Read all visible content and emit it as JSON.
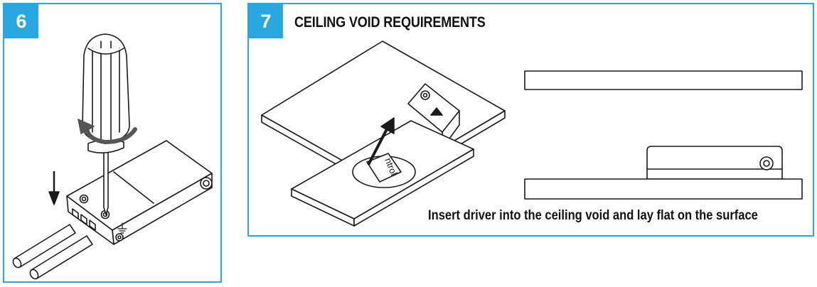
{
  "steps": [
    {
      "number": "6",
      "title": ""
    },
    {
      "number": "7",
      "title": "CEILING VOID REQUIREMENTS",
      "caption": "Insert driver into the ceiling void and lay flat on the surface",
      "driver_label": "ntrol"
    }
  ],
  "colors": {
    "accent": "#29a8e0",
    "line": "#1a1a1a",
    "fill": "#ffffff"
  },
  "icons": [
    "screwdriver-icon",
    "rotation-arrow-icon",
    "down-arrow-icon",
    "driver-box-icon",
    "ceiling-panel-icon",
    "insert-arrow-icon",
    "earth-symbol-icon"
  ]
}
